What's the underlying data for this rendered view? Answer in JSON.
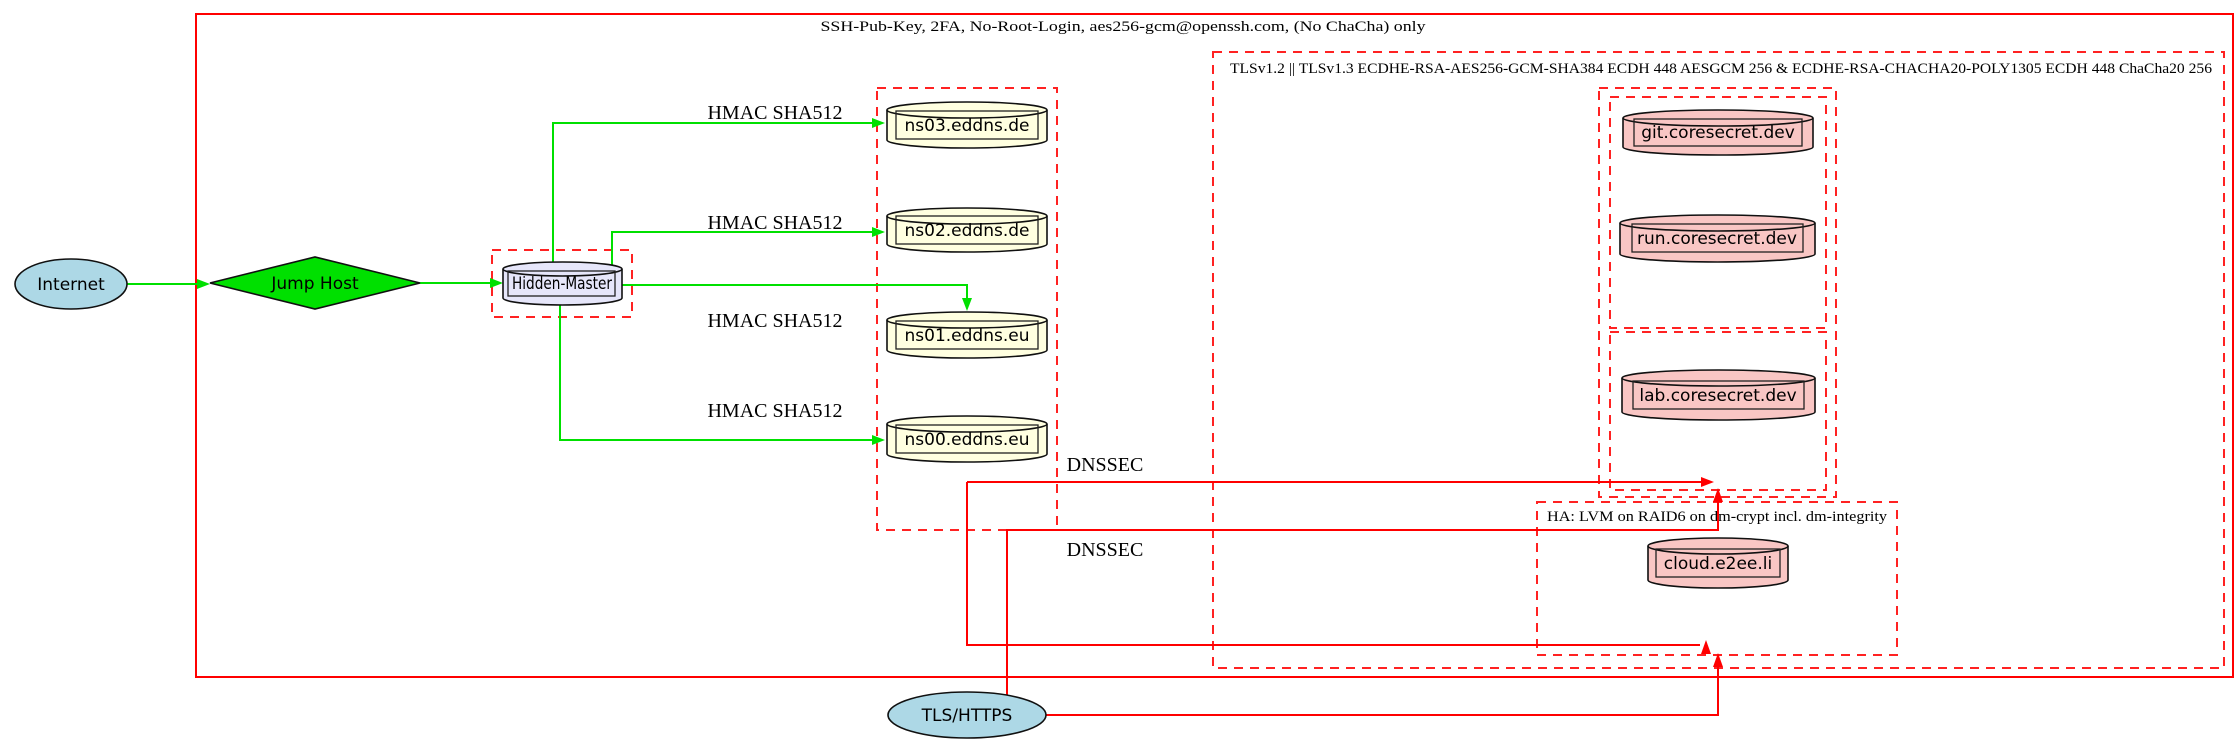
{
  "clusters": {
    "ssh": {
      "label": "SSH-Pub-Key, 2FA, No-Root-Login, aes256-gcm@openssh.com, (No ChaCha) only"
    },
    "tls": {
      "label": "TLSv1.2 || TLSv1.3 ECDHE-RSA-AES256-GCM-SHA384 ECDH 448 AESGCM 256 & ECDHE-RSA-CHACHA20-POLY1305 ECDH 448 ChaCha20 256"
    },
    "ha": {
      "label": "HA: LVM on RAID6 on dm-crypt incl. dm-integrity"
    }
  },
  "nodes": {
    "internet": {
      "label": "Internet",
      "shape": "ellipse"
    },
    "jump_host": {
      "label": "Jump Host",
      "shape": "diamond"
    },
    "hidden_master": {
      "label": "Hidden-Master",
      "shape": "cylinder"
    },
    "ns03": {
      "label": "ns03.eddns.de",
      "shape": "cylinder"
    },
    "ns02": {
      "label": "ns02.eddns.de",
      "shape": "cylinder"
    },
    "ns01": {
      "label": "ns01.eddns.eu",
      "shape": "cylinder"
    },
    "ns00": {
      "label": "ns00.eddns.eu",
      "shape": "cylinder"
    },
    "git": {
      "label": "git.coresecret.dev",
      "shape": "cylinder"
    },
    "run": {
      "label": "run.coresecret.dev",
      "shape": "cylinder"
    },
    "lab": {
      "label": "lab.coresecret.dev",
      "shape": "cylinder"
    },
    "cloud": {
      "label": "cloud.e2ee.li",
      "shape": "cylinder"
    },
    "tls_https": {
      "label": "TLS/HTTPS",
      "shape": "ellipse"
    }
  },
  "edge_labels": {
    "hmac_ns03": "HMAC SHA512",
    "hmac_ns02": "HMAC SHA512",
    "hmac_ns01": "HMAC SHA512",
    "hmac_ns00": "HMAC SHA512",
    "dnssec_1": "DNSSEC",
    "dnssec_2": "DNSSEC"
  },
  "colors": {
    "edge_green": "#00e000",
    "edge_red": "#ff0000",
    "cluster_red": "#ff2222",
    "node_blue": "#add8e6",
    "node_green": "#00e000",
    "node_lavender": "#e6e6fa",
    "node_yellow": "#ffffe0",
    "node_pink": "#f9c6c4"
  }
}
